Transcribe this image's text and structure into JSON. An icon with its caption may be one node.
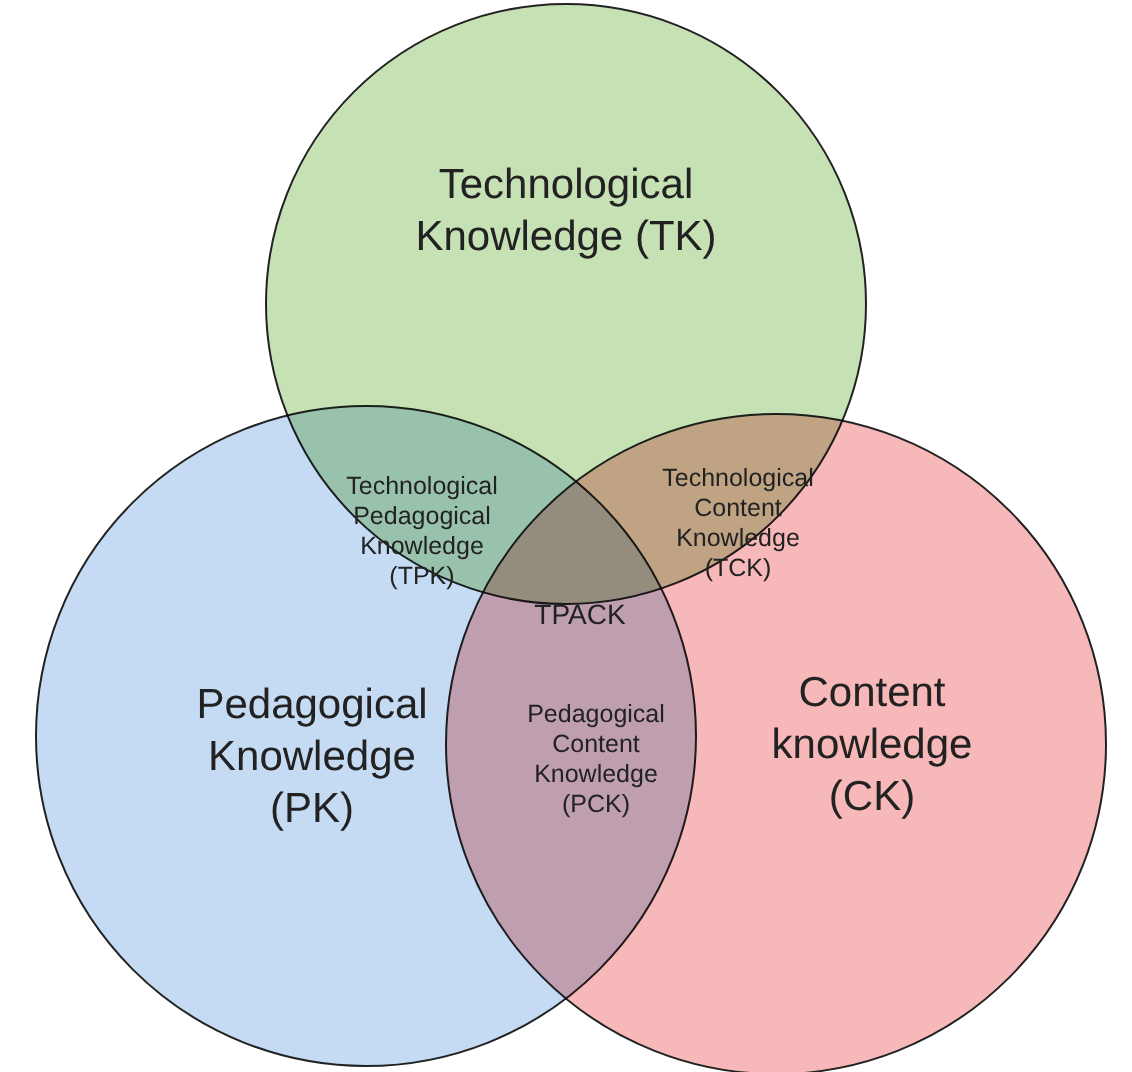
{
  "diagram": {
    "nodes": [
      {
        "text": [
          "Technological Knowledge (TK)"
        ]
      },
      {
        "text": [
          "Pedagogical Knowledge (PK)"
        ]
      },
      {
        "text": [
          "Content knowledge (CK)"
        ]
      }
    ],
    "labels": [
      "Technological Pedagogical Knowledge (TPK)",
      "Technological Content Knowledge (TCK)",
      "TPACK",
      "Pedagogical Content Knowledge (PCK)"
    ]
  }
}
